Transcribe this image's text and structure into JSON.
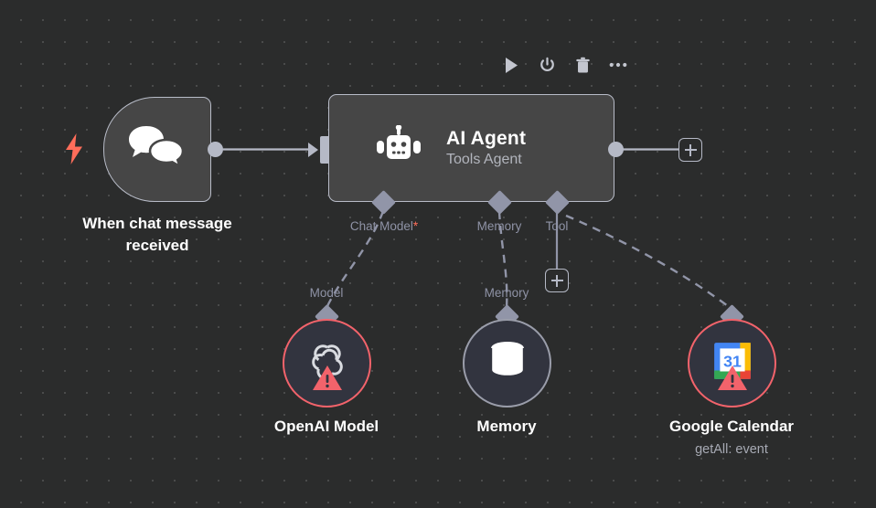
{
  "canvas": {
    "background_color": "#2b2c2c",
    "grid_dot_color": "#4a4b4b",
    "accent_error": "#f2636b",
    "accent_trigger": "#ff6d5a",
    "node_fill": "#464646",
    "node_border": "#b8bcc8",
    "connector_color": "#9195a8"
  },
  "toolbar": {
    "items": [
      {
        "icon": "play-icon",
        "label": "Execute workflow"
      },
      {
        "icon": "power-icon",
        "label": "Deactivate"
      },
      {
        "icon": "trash-icon",
        "label": "Delete"
      },
      {
        "icon": "ellipsis-icon",
        "label": "More options"
      }
    ]
  },
  "nodes": {
    "trigger": {
      "name": "When chat message received",
      "icon": "chat-bubbles-icon",
      "badge_icon": "lightning-bolt-icon"
    },
    "agent": {
      "name": "AI Agent",
      "subtitle": "Tools Agent",
      "icon": "robot-icon"
    },
    "openai_model": {
      "name": "OpenAI Model",
      "icon": "openai-logo-icon",
      "status": "error",
      "status_icon": "warning-triangle-icon"
    },
    "memory": {
      "name": "Memory",
      "icon": "database-icon",
      "status": "ok"
    },
    "google_calendar": {
      "name": "Google Calendar",
      "subtitle": "getAll: event",
      "icon": "google-calendar-icon",
      "calendar_day": "31",
      "status": "error",
      "status_icon": "warning-triangle-icon"
    }
  },
  "ports": {
    "agent_inputs": [
      {
        "key": "chat_model",
        "label": "Chat Model",
        "required_marker": "*"
      },
      {
        "key": "memory",
        "label": "Memory",
        "required_marker": ""
      },
      {
        "key": "tool",
        "label": "Tool",
        "required_marker": ""
      }
    ],
    "sub_labels": [
      {
        "key": "model",
        "label": "Model"
      },
      {
        "key": "memory",
        "label": "Memory"
      }
    ],
    "add_buttons": [
      {
        "key": "add-output-node",
        "label": "+"
      },
      {
        "key": "add-tool-node",
        "label": "+"
      }
    ]
  }
}
